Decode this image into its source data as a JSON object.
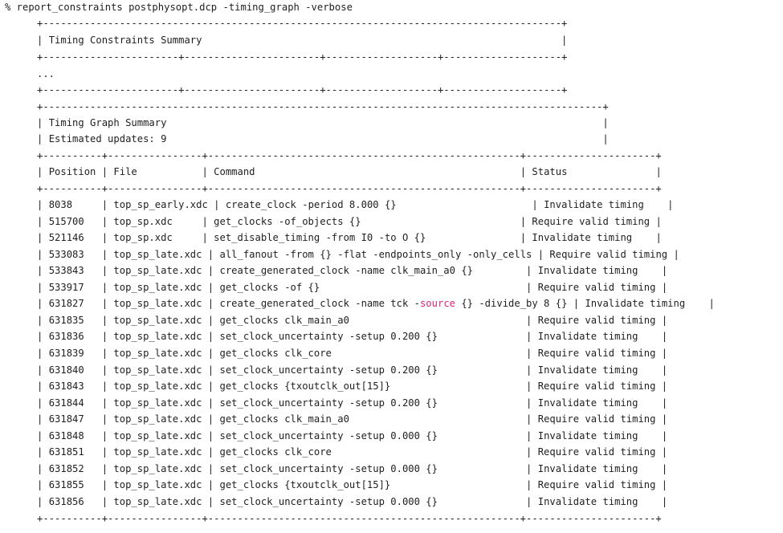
{
  "command": "% report_constraints postphysopt.dcp -timing_graph -verbose",
  "constraints_summary": {
    "border": "+-----------------------+-----------------------+-------------------+--------------------+",
    "title": "Timing Constraints Summary",
    "ellipsis": "..."
  },
  "graph_summary": {
    "title": "Timing Graph Summary",
    "estimated_updates": "Estimated updates: 9",
    "columns": {
      "position": "Position",
      "file": "File",
      "command": "Command",
      "status": "Status"
    },
    "rows": [
      {
        "position": "8038",
        "file": "top_sp_early.xdc",
        "command": "create_clock -period 8.000 {}",
        "status": "Invalidate timing"
      },
      {
        "position": "515700",
        "file": "top_sp.xdc",
        "command": "get_clocks -of_objects {}",
        "status": "Require valid timing"
      },
      {
        "position": "521146",
        "file": "top_sp.xdc",
        "command": "set_disable_timing -from I0 -to O {}",
        "status": "Invalidate timing"
      },
      {
        "position": "533083",
        "file": "top_sp_late.xdc",
        "command": "all_fanout -from {} -flat -endpoints_only -only_cells",
        "status": "Require valid timing"
      },
      {
        "position": "533843",
        "file": "top_sp_late.xdc",
        "command": "create_generated_clock -name clk_main_a0 {}",
        "status": "Invalidate timing"
      },
      {
        "position": "533917",
        "file": "top_sp_late.xdc",
        "command": "get_clocks -of {}",
        "status": "Require valid timing"
      },
      {
        "position": "631827",
        "file": "top_sp_late.xdc",
        "command_pre": "create_generated_clock -name tck -",
        "command_kw": "source",
        "command_post": " {} -divide_by 8 {}",
        "status": "Invalidate timing"
      },
      {
        "position": "631835",
        "file": "top_sp_late.xdc",
        "command": "get_clocks clk_main_a0",
        "status": "Require valid timing"
      },
      {
        "position": "631836",
        "file": "top_sp_late.xdc",
        "command": "set_clock_uncertainty -setup 0.200 {}",
        "status": "Invalidate timing"
      },
      {
        "position": "631839",
        "file": "top_sp_late.xdc",
        "command": "get_clocks clk_core",
        "status": "Require valid timing"
      },
      {
        "position": "631840",
        "file": "top_sp_late.xdc",
        "command": "set_clock_uncertainty -setup 0.200 {}",
        "status": "Invalidate timing"
      },
      {
        "position": "631843",
        "file": "top_sp_late.xdc",
        "command": "get_clocks {txoutclk_out[15]}",
        "status": "Require valid timing"
      },
      {
        "position": "631844",
        "file": "top_sp_late.xdc",
        "command": "set_clock_uncertainty -setup 0.200 {}",
        "status": "Invalidate timing"
      },
      {
        "position": "631847",
        "file": "top_sp_late.xdc",
        "command": "get_clocks clk_main_a0",
        "status": "Require valid timing"
      },
      {
        "position": "631848",
        "file": "top_sp_late.xdc",
        "command": "set_clock_uncertainty -setup 0.000 {}",
        "status": "Invalidate timing"
      },
      {
        "position": "631851",
        "file": "top_sp_late.xdc",
        "command": "get_clocks clk_core",
        "status": "Require valid timing"
      },
      {
        "position": "631852",
        "file": "top_sp_late.xdc",
        "command": "set_clock_uncertainty -setup 0.000 {}",
        "status": "Invalidate timing"
      },
      {
        "position": "631855",
        "file": "top_sp_late.xdc",
        "command": "get_clocks {txoutclk_out[15]}",
        "status": "Require valid timing"
      },
      {
        "position": "631856",
        "file": "top_sp_late.xdc",
        "command": "set_clock_uncertainty -setup 0.000 {}",
        "status": "Invalidate timing"
      }
    ]
  },
  "colors": {
    "text": "#1f1f1f",
    "highlight": "#e0267a",
    "background": "#ffffff"
  }
}
